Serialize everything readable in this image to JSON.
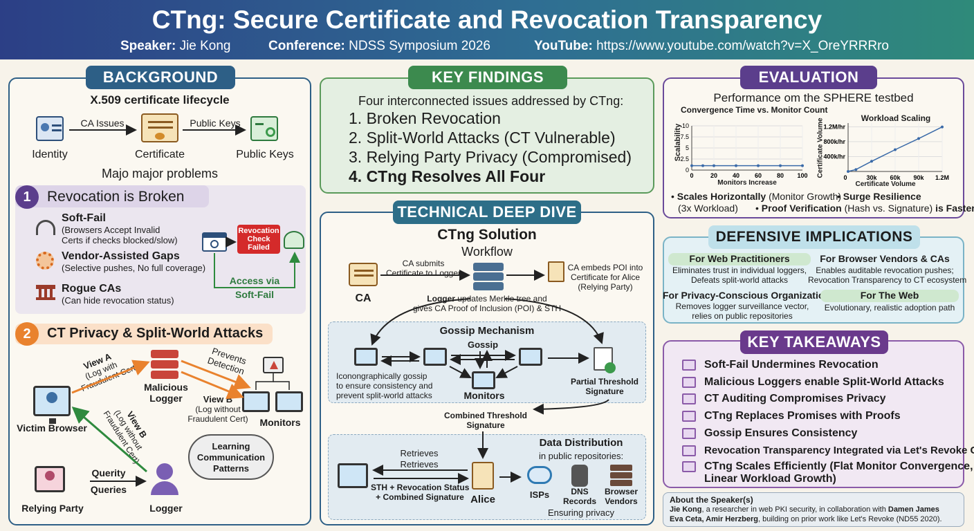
{
  "header": {
    "title": "CTng: Secure Certificate and Revocation Transparency",
    "speaker_label": "Speaker:",
    "speaker": "Jie Kong",
    "conference_label": "Conference:",
    "conference": "NDSS Symposium 2026",
    "youtube_label": "YouTube:",
    "youtube": "https://www.youtube.com/watch?v=X_OreYRRRro"
  },
  "background": {
    "pill": "BACKGROUND",
    "lifecycle_title": "X.509 certificate lifecycle",
    "identity": "Identity",
    "certificate": "Certificate",
    "public_keys": "Public Keys",
    "ca_issues": "CA Issues",
    "public_keys_arrow": "Public Keys",
    "problems_title": "Majo major problems",
    "p1_num": "1",
    "p1_title": "Revocation is Broken",
    "soft_fail": "Soft-Fail",
    "soft_fail_d1": "(Browsers Accept Invalid",
    "soft_fail_d2": "Certs if checks blocked/slow)",
    "vendor": "Vendor-Assisted Gaps",
    "vendor_d": "(Selective pushes, No full coverage)",
    "rogue": "Rogue CAs",
    "rogue_d": "(Can hide revocation status)",
    "rev_failed_1": "Revocation",
    "rev_failed_2": "Check",
    "rev_failed_3": "Failed",
    "access_via": "Access via",
    "soft_fail_label": "Soft-Fail",
    "p2_num": "2",
    "p2_title": "CT Privacy & Split-World Attacks",
    "view_a_1": "View A",
    "view_a_2": "(Log with",
    "view_a_3": "Fraudulent Cert)",
    "malicious_1": "Malicious",
    "malicious_2": "Logger",
    "prevents_1": "Prevents",
    "prevents_2": "Detection",
    "view_b_1": "View B",
    "view_b_2": "(Log without",
    "view_b_3": "Fraudulent Cert)",
    "view_b_r_1": "View B",
    "view_b_r_2": "(Log without",
    "view_b_r_3": "Fraudulent Cert)",
    "monitors": "Monitors",
    "victim": "Victim Browser",
    "learning_1": "Learning",
    "learning_2": "Communication",
    "learning_3": "Patterns",
    "relying": "Relying Party",
    "logger": "Logger",
    "quer1": "Querity",
    "quer2": "Queries"
  },
  "findings": {
    "pill": "KEY FINDINGS",
    "intro": "Four interconnected issues addressed by CTng:",
    "items": [
      "1. Broken Revocation",
      "2. Split-World Attacks (CT Vulnerable)",
      "3. Relying Party Privacy (Compromised)",
      "4. CTng Resolves All Four"
    ]
  },
  "deep": {
    "pill": "TECHNICAL DEEP DIVE",
    "solution": "CTng Solution",
    "workflow": "Workflow",
    "ca": "CA",
    "ca_submits_1": "CA submits",
    "ca_submits_2": "Certificate to Logger",
    "embeds_1": "CA embeds POI into",
    "embeds_2": "Certificate for Alice",
    "embeds_3": "(Relying Party)",
    "logger_upd_b": "Logger",
    "logger_upd_1": " updates Merkle tree and",
    "logger_upd_2": "gives CA Proof of Inclusion (POI) & STH",
    "gossip_title": "Gossip Mechanism",
    "gossip": "Gossip",
    "icono_1": "Iconongraphically gossip",
    "icono_2": "to ensure consistency and",
    "icono_3": "prevent split-world attacks",
    "monitors": "Monitors",
    "partial_1": "Partial Threshold",
    "partial_2": "Signature",
    "combined_1": "Combined Threshold",
    "combined_2": "Signature",
    "retrieves_1": "Retrieves",
    "retrieves_2": "Retrieves",
    "sth_1": "STH + Revocation Status",
    "sth_2": "+ Combined Signature",
    "alice": "Alice",
    "dd_title": "Data Distribution",
    "dd_sub": "in public repositories:",
    "isps": "ISPs",
    "dns_1": "DNS",
    "dns_2": "Records",
    "bv_1": "Browser",
    "bv_2": "Vendors",
    "ensuring": "Ensuring privacy"
  },
  "evaluation": {
    "pill": "EVALUATION",
    "subtitle": "Performance om the SPHERE testbed",
    "b1": "• ",
    "b1b": "Scales Horizontally",
    "b1n": " (Monitor Growth)",
    "b2": "• ",
    "b2b": "Surge Resilience",
    "b3": "(3x Workload)",
    "b4": "• ",
    "b4b": "Proof Verification",
    "b4n": " (Hash vs. Signature) ",
    "b4e": "is Faster"
  },
  "chart_data": [
    {
      "type": "line",
      "title": "Convergence Time vs. Monitor Count",
      "xlabel": "Monitors Increase",
      "ylabel": "Scalability",
      "x": [
        0,
        10,
        20,
        40,
        60,
        80,
        100
      ],
      "series": [
        {
          "values": [
            1,
            1,
            1,
            1,
            1,
            1,
            1
          ]
        }
      ],
      "xticks": [
        "0",
        "20",
        "40",
        "60",
        "80",
        "100"
      ],
      "yticks": [
        "0",
        "2.5",
        "5",
        "7.5",
        "10"
      ],
      "ylim": [
        0,
        10
      ],
      "xlim": [
        0,
        100
      ],
      "grid": true
    },
    {
      "type": "line",
      "title": "Workload Scaling",
      "xlabel": "Certificate Volume",
      "ylabel": "Certificate Volume",
      "x": [
        0,
        10,
        30,
        60,
        90,
        120
      ],
      "series": [
        {
          "values": [
            0,
            40,
            210,
            450,
            680,
            920
          ]
        }
      ],
      "xticks": [
        "0",
        "30k",
        "60k",
        "90k",
        "1.2M"
      ],
      "yticks": [
        "400k/hr",
        "800k/hr",
        "1.2M/hr"
      ],
      "grid": true
    }
  ],
  "defensive": {
    "pill": "DEFENSIVE IMPLICATIONS",
    "web_title": "For Web Practitioners",
    "web_1": "Eliminates trust in individual loggers,",
    "web_2": "Defeats split-world attacks",
    "bv_title": "For Browser Vendors & CAs",
    "bv_1": "Enables auditable revocation pushes;",
    "bv_2": "Revocation Transparency to CT ecosystem",
    "priv_title": "For Privacy-Conscious Organizations",
    "priv_1": "Removes logger surveillance vector,",
    "priv_2": "relies on public repositories",
    "thew_title": "For The Web",
    "thew_1": "Evolutionary, realistic adoption path"
  },
  "takeaways": {
    "pill": "KEY TAKEAWAYS",
    "items": [
      "Soft-Fail Undermines Revocation",
      "Malicious Loggers enable Split-World Attacks",
      "CT Auditing Compromises Privacy",
      "CTng Replaces Promises with Proofs",
      "Gossip Ensures Consistency",
      "Revocation Transparency Integrated via Let's Revoke CRV",
      "CTng Scales Efficiently (Flat Monitor Convergence,",
      "Linear Workload Growth)"
    ]
  },
  "about": {
    "title": "About the Speaker(s)",
    "l1a": "Jie Kong",
    "l1b": ", a researcher in web PKI security, in collaboration with ",
    "l1c": "Damen James",
    "l2a": "Eva Ceta, Amir Herzberg",
    "l2b": ", building on prior work like Let's Revoke (ND55 2020)."
  }
}
